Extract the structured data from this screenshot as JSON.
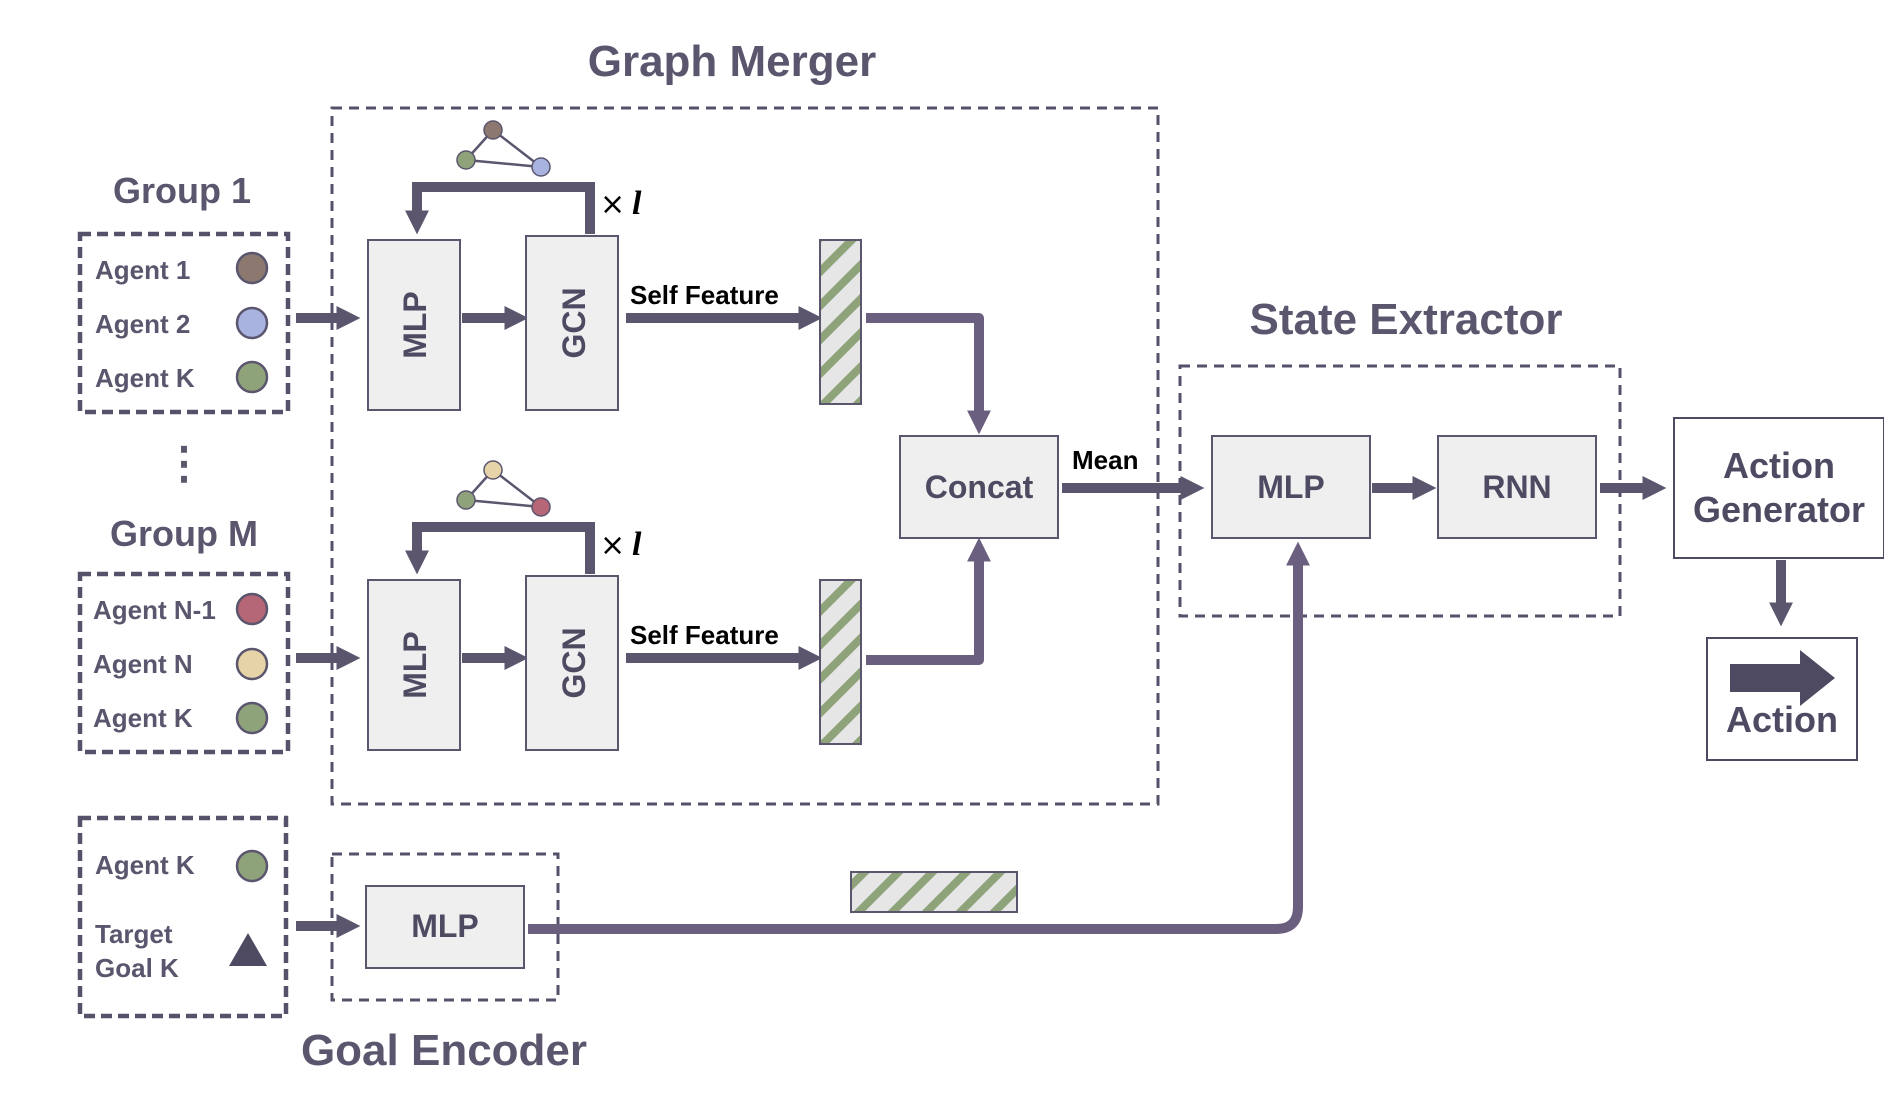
{
  "sections": {
    "graph_merger": "Graph Merger",
    "state_extractor": "State Extractor",
    "goal_encoder": "Goal Encoder"
  },
  "group1": {
    "title": "Group 1",
    "agents": [
      "Agent 1",
      "Agent 2",
      "Agent K"
    ]
  },
  "ellipsis": "⋮",
  "groupM": {
    "title": "Group M",
    "agents": [
      "Agent N-1",
      "Agent N",
      "Agent K"
    ]
  },
  "goal_inputs": {
    "agent": "Agent K",
    "target_line1": "Target",
    "target_line2": "Goal K"
  },
  "blocks": {
    "mlp": "MLP",
    "gcn": "GCN",
    "concat": "Concat",
    "rnn": "RNN",
    "action_generator_line1": "Action",
    "action_generator_line2": "Generator",
    "action": "Action"
  },
  "labels": {
    "self_feature": "Self Feature",
    "mean": "Mean",
    "times": "×",
    "layers": "l"
  },
  "colors": {
    "agent1": "#8d7870",
    "agent2": "#a8b3e0",
    "agentK": "#8fa37a",
    "agentN1": "#b56677",
    "agentN": "#e6d4a8",
    "primary": "#5b566e",
    "hatch": "#8fa37a",
    "box_fill": "#efefef"
  }
}
